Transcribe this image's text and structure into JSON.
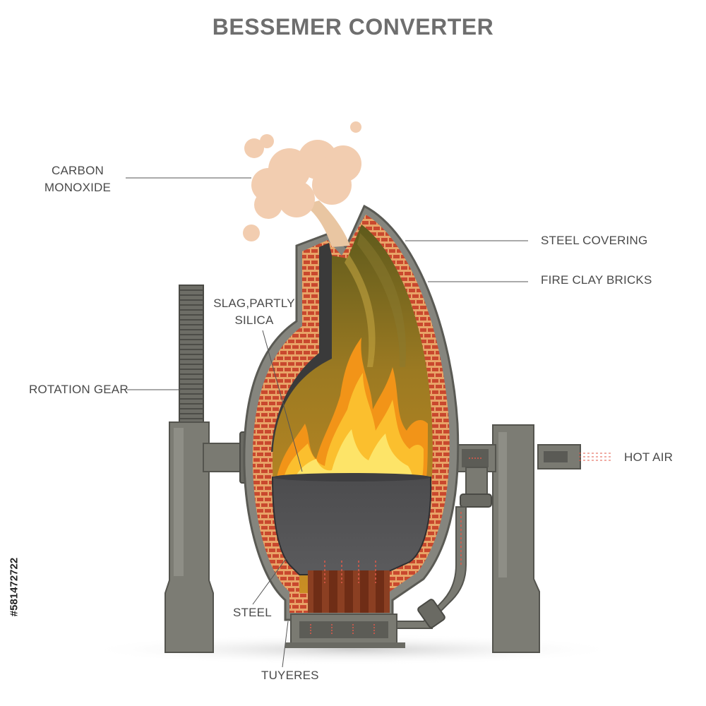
{
  "title": "BESSEMER CONVERTER",
  "labels": {
    "carbon_monoxide_1": "CARBON",
    "carbon_monoxide_2": "MONOXIDE",
    "steel_covering": "STEEL COVERING",
    "fire_clay_bricks": "FIRE CLAY BRICKS",
    "slag_1": "SLAG,PARTLY",
    "slag_2": "SILICA",
    "rotation_gear": "ROTATION GEAR",
    "hot_air": "HOT AIR",
    "steel": "STEEL",
    "tuyeres": "TUYERES"
  },
  "stock_id": "#581472722",
  "colors": {
    "frame_gray": "#7c7c74",
    "frame_dark": "#5c5c56",
    "brick": "#e59a56",
    "mortar": "#c9482e",
    "lining": "#3a3a3a",
    "molten": "#555557",
    "flame_orange": "#f5a01b",
    "flame_yellow": "#fde05a",
    "smoke": "#f1c9a6"
  }
}
